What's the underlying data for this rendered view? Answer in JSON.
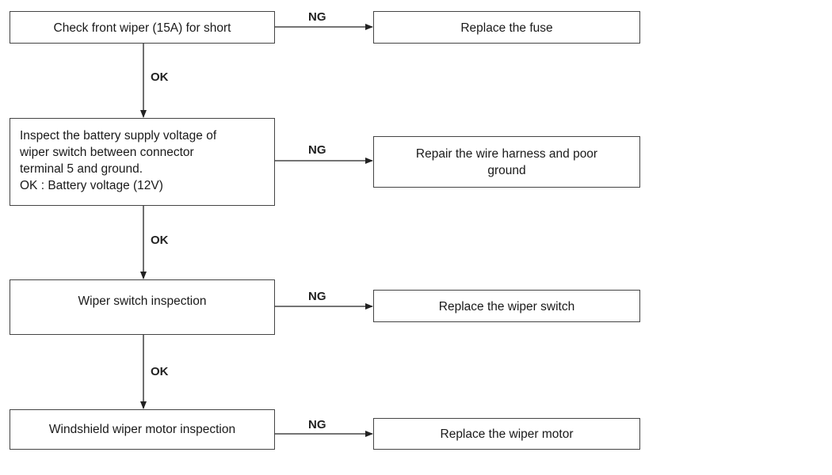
{
  "steps": [
    {
      "check": "Check front wiper (15A) for short",
      "ok_label": "OK",
      "ng_label": "NG",
      "ng_action": "Replace the fuse"
    },
    {
      "check": "Inspect the battery supply voltage of\nwiper switch between connector\nterminal 5 and ground.\nOK : Battery voltage (12V)",
      "ok_label": "OK",
      "ng_label": "NG",
      "ng_action": "Repair the wire harness and poor\nground"
    },
    {
      "check": "Wiper switch inspection",
      "ok_label": "OK",
      "ng_label": "NG",
      "ng_action": "Replace the wiper switch"
    },
    {
      "check": "Windshield wiper motor inspection",
      "ng_label": "NG",
      "ng_action": "Replace the wiper motor"
    }
  ]
}
